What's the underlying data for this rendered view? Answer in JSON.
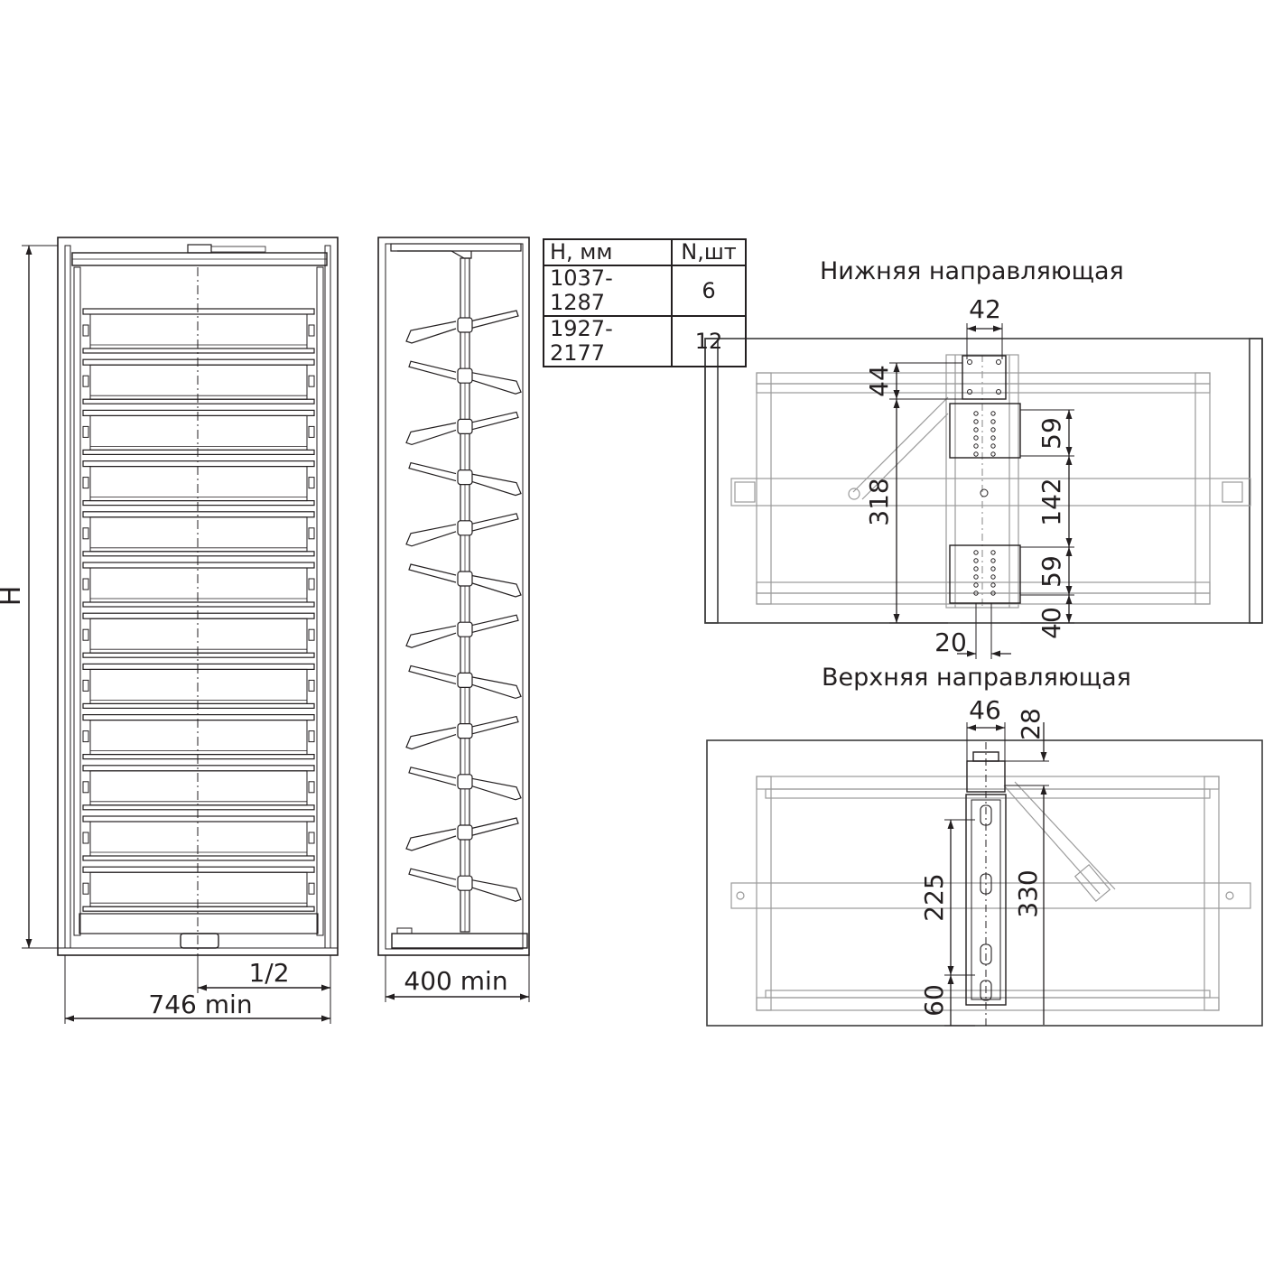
{
  "front_view": {
    "height_label": "H",
    "half_label": "1/2",
    "width_label": "746 min",
    "shelf_count": 12
  },
  "side_view": {
    "depth_label": "400 min",
    "rack_count": 12
  },
  "spec_table": {
    "header": {
      "col1": "H, мм",
      "col2": "N,шт"
    },
    "rows": [
      {
        "h": "1037-1287",
        "n": "6"
      },
      {
        "h": "1927-2177",
        "n": "12"
      }
    ]
  },
  "lower_guide": {
    "title": "Нижняя направляющая",
    "dims": {
      "d42": "42",
      "d44": "44",
      "d59a": "59",
      "d318": "318",
      "d142": "142",
      "d59b": "59",
      "d40": "40",
      "d20": "20"
    }
  },
  "upper_guide": {
    "title": "Верхняя направляющая",
    "dims": {
      "d46": "46",
      "d28": "28",
      "d225": "225",
      "d330": "330",
      "d60": "60"
    }
  },
  "colors": {
    "line": "#231f20",
    "light_line": "#9a9a9a",
    "panel": "#3c3c3c"
  }
}
